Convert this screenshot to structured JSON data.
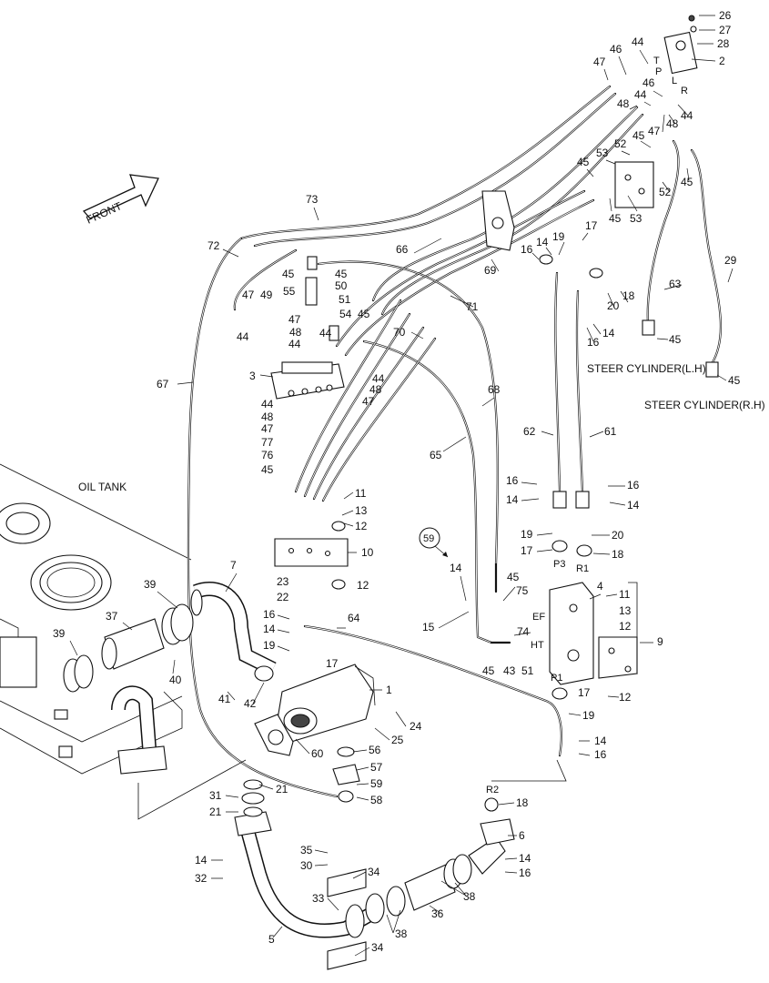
{
  "front_arrow": {
    "label": "FRONT"
  },
  "oil_tank": {
    "label": "OIL TANK"
  },
  "steer_left": {
    "label": "STEER CYLINDER(L.H)"
  },
  "steer_right": {
    "label": "STEER CYLINDER(R.H)"
  },
  "ports": {
    "t": "T",
    "p": "P",
    "l": "L",
    "r": "R",
    "p3": "P3",
    "r1": "R1",
    "ef": "EF",
    "ht": "HT",
    "p1": "P1",
    "r2": "R2"
  },
  "callout_ref": "59",
  "labels": [
    {
      "id": "l26",
      "text": "26"
    },
    {
      "id": "l27",
      "text": "27"
    },
    {
      "id": "l28",
      "text": "28"
    },
    {
      "id": "l2",
      "text": "2"
    },
    {
      "id": "l44a",
      "text": "44"
    },
    {
      "id": "l46a",
      "text": "46"
    },
    {
      "id": "l47a",
      "text": "47"
    },
    {
      "id": "l46b",
      "text": "46"
    },
    {
      "id": "l44b",
      "text": "44"
    },
    {
      "id": "l48a",
      "text": "48"
    },
    {
      "id": "l48b",
      "text": "48"
    },
    {
      "id": "l47b",
      "text": "47"
    },
    {
      "id": "l44c",
      "text": "44"
    },
    {
      "id": "l45a",
      "text": "45"
    },
    {
      "id": "l52a",
      "text": "52"
    },
    {
      "id": "l53a",
      "text": "53"
    },
    {
      "id": "l45b",
      "text": "45"
    },
    {
      "id": "l52b",
      "text": "52"
    },
    {
      "id": "l45c",
      "text": "45"
    },
    {
      "id": "l45d",
      "text": "45"
    },
    {
      "id": "l53b",
      "text": "53"
    },
    {
      "id": "l73",
      "text": "73"
    },
    {
      "id": "l72",
      "text": "72"
    },
    {
      "id": "l66",
      "text": "66"
    },
    {
      "id": "l69",
      "text": "69"
    },
    {
      "id": "l17a",
      "text": "17"
    },
    {
      "id": "l19a",
      "text": "19"
    },
    {
      "id": "l14a",
      "text": "14"
    },
    {
      "id": "l16a",
      "text": "16"
    },
    {
      "id": "l29",
      "text": "29"
    },
    {
      "id": "l63",
      "text": "63"
    },
    {
      "id": "l18a",
      "text": "18"
    },
    {
      "id": "l20a",
      "text": "20"
    },
    {
      "id": "l14b",
      "text": "14"
    },
    {
      "id": "l16b",
      "text": "16"
    },
    {
      "id": "l45e",
      "text": "45"
    },
    {
      "id": "l45f",
      "text": "45"
    },
    {
      "id": "l45g",
      "text": "45"
    },
    {
      "id": "l45h",
      "text": "45"
    },
    {
      "id": "l50",
      "text": "50"
    },
    {
      "id": "l55",
      "text": "55"
    },
    {
      "id": "l47c",
      "text": "47"
    },
    {
      "id": "l49",
      "text": "49"
    },
    {
      "id": "l51a",
      "text": "51"
    },
    {
      "id": "l54",
      "text": "54"
    },
    {
      "id": "l45i",
      "text": "45"
    },
    {
      "id": "l47d",
      "text": "47"
    },
    {
      "id": "l48c",
      "text": "48"
    },
    {
      "id": "l44d",
      "text": "44"
    },
    {
      "id": "l44e",
      "text": "44"
    },
    {
      "id": "l44f",
      "text": "44"
    },
    {
      "id": "l71",
      "text": "71"
    },
    {
      "id": "l70",
      "text": "70"
    },
    {
      "id": "l3",
      "text": "3"
    },
    {
      "id": "l67",
      "text": "67"
    },
    {
      "id": "l44g",
      "text": "44"
    },
    {
      "id": "l48d",
      "text": "48"
    },
    {
      "id": "l47e",
      "text": "47"
    },
    {
      "id": "l44h",
      "text": "44"
    },
    {
      "id": "l48e",
      "text": "48"
    },
    {
      "id": "l47f",
      "text": "47"
    },
    {
      "id": "l77",
      "text": "77"
    },
    {
      "id": "l76",
      "text": "76"
    },
    {
      "id": "l45j",
      "text": "45"
    },
    {
      "id": "l68",
      "text": "68"
    },
    {
      "id": "l65",
      "text": "65"
    },
    {
      "id": "l62",
      "text": "62"
    },
    {
      "id": "l61",
      "text": "61"
    },
    {
      "id": "l16c",
      "text": "16"
    },
    {
      "id": "l14c",
      "text": "14"
    },
    {
      "id": "l16d",
      "text": "16"
    },
    {
      "id": "l14d",
      "text": "14"
    },
    {
      "id": "l11a",
      "text": "11"
    },
    {
      "id": "l13a",
      "text": "13"
    },
    {
      "id": "l12a",
      "text": "12"
    },
    {
      "id": "l19b",
      "text": "19"
    },
    {
      "id": "l17b",
      "text": "17"
    },
    {
      "id": "l20b",
      "text": "20"
    },
    {
      "id": "l18b",
      "text": "18"
    },
    {
      "id": "l10",
      "text": "10"
    },
    {
      "id": "l14e",
      "text": "14"
    },
    {
      "id": "l45k",
      "text": "45"
    },
    {
      "id": "l75",
      "text": "75"
    },
    {
      "id": "l4",
      "text": "4"
    },
    {
      "id": "l11b",
      "text": "11"
    },
    {
      "id": "l13b",
      "text": "13"
    },
    {
      "id": "l12b",
      "text": "12"
    },
    {
      "id": "l23",
      "text": "23"
    },
    {
      "id": "l22",
      "text": "22"
    },
    {
      "id": "l12c",
      "text": "12"
    },
    {
      "id": "l39a",
      "text": "39"
    },
    {
      "id": "l7",
      "text": "7"
    },
    {
      "id": "l15",
      "text": "15"
    },
    {
      "id": "l74",
      "text": "74"
    },
    {
      "id": "l9",
      "text": "9"
    },
    {
      "id": "l37",
      "text": "37"
    },
    {
      "id": "l16e",
      "text": "16"
    },
    {
      "id": "l64",
      "text": "64"
    },
    {
      "id": "l14f",
      "text": "14"
    },
    {
      "id": "l39b",
      "text": "39"
    },
    {
      "id": "l19c",
      "text": "19"
    },
    {
      "id": "l17c",
      "text": "17"
    },
    {
      "id": "l45l",
      "text": "45"
    },
    {
      "id": "l43",
      "text": "43"
    },
    {
      "id": "l51b",
      "text": "51"
    },
    {
      "id": "l40",
      "text": "40"
    },
    {
      "id": "l1",
      "text": "1"
    },
    {
      "id": "l17d",
      "text": "17"
    },
    {
      "id": "l12d",
      "text": "12"
    },
    {
      "id": "l41",
      "text": "41"
    },
    {
      "id": "l42",
      "text": "42"
    },
    {
      "id": "l19d",
      "text": "19"
    },
    {
      "id": "l24",
      "text": "24"
    },
    {
      "id": "l25",
      "text": "25"
    },
    {
      "id": "l14g",
      "text": "14"
    },
    {
      "id": "l16f",
      "text": "16"
    },
    {
      "id": "l60",
      "text": "60"
    },
    {
      "id": "l56",
      "text": "56"
    },
    {
      "id": "l57",
      "text": "57"
    },
    {
      "id": "l59",
      "text": "59"
    },
    {
      "id": "l58",
      "text": "58"
    },
    {
      "id": "l21a",
      "text": "21"
    },
    {
      "id": "l31",
      "text": "31"
    },
    {
      "id": "l21b",
      "text": "21"
    },
    {
      "id": "l18c",
      "text": "18"
    },
    {
      "id": "l6",
      "text": "6"
    },
    {
      "id": "l14h",
      "text": "14"
    },
    {
      "id": "l16g",
      "text": "16"
    },
    {
      "id": "l35",
      "text": "35"
    },
    {
      "id": "l30",
      "text": "30"
    },
    {
      "id": "l34a",
      "text": "34"
    },
    {
      "id": "l14i",
      "text": "14"
    },
    {
      "id": "l32",
      "text": "32"
    },
    {
      "id": "l38a",
      "text": "38"
    },
    {
      "id": "l33",
      "text": "33"
    },
    {
      "id": "l36",
      "text": "36"
    },
    {
      "id": "l5",
      "text": "5"
    },
    {
      "id": "l38b",
      "text": "38"
    },
    {
      "id": "l34b",
      "text": "34"
    }
  ]
}
